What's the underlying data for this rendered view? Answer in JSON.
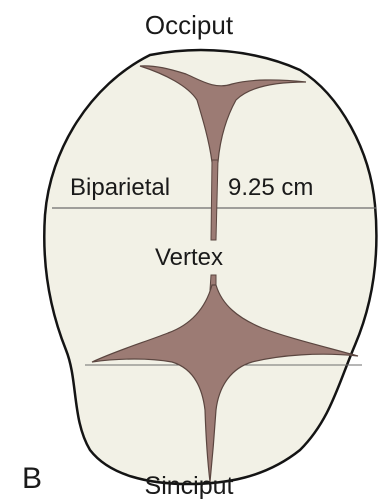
{
  "labels": {
    "top": "Occiput",
    "diameter_name": "Biparietal",
    "diameter_value": "9.25 cm",
    "center": "Vertex",
    "bottom": "Sinciput",
    "panel": "B"
  },
  "colors": {
    "skull_fill": "#f2f1e6",
    "outline": "#141414",
    "fontanelle": "#9c7b74",
    "fontanelle_edge": "#5b4640",
    "guide_line": "#6e6e6e"
  }
}
